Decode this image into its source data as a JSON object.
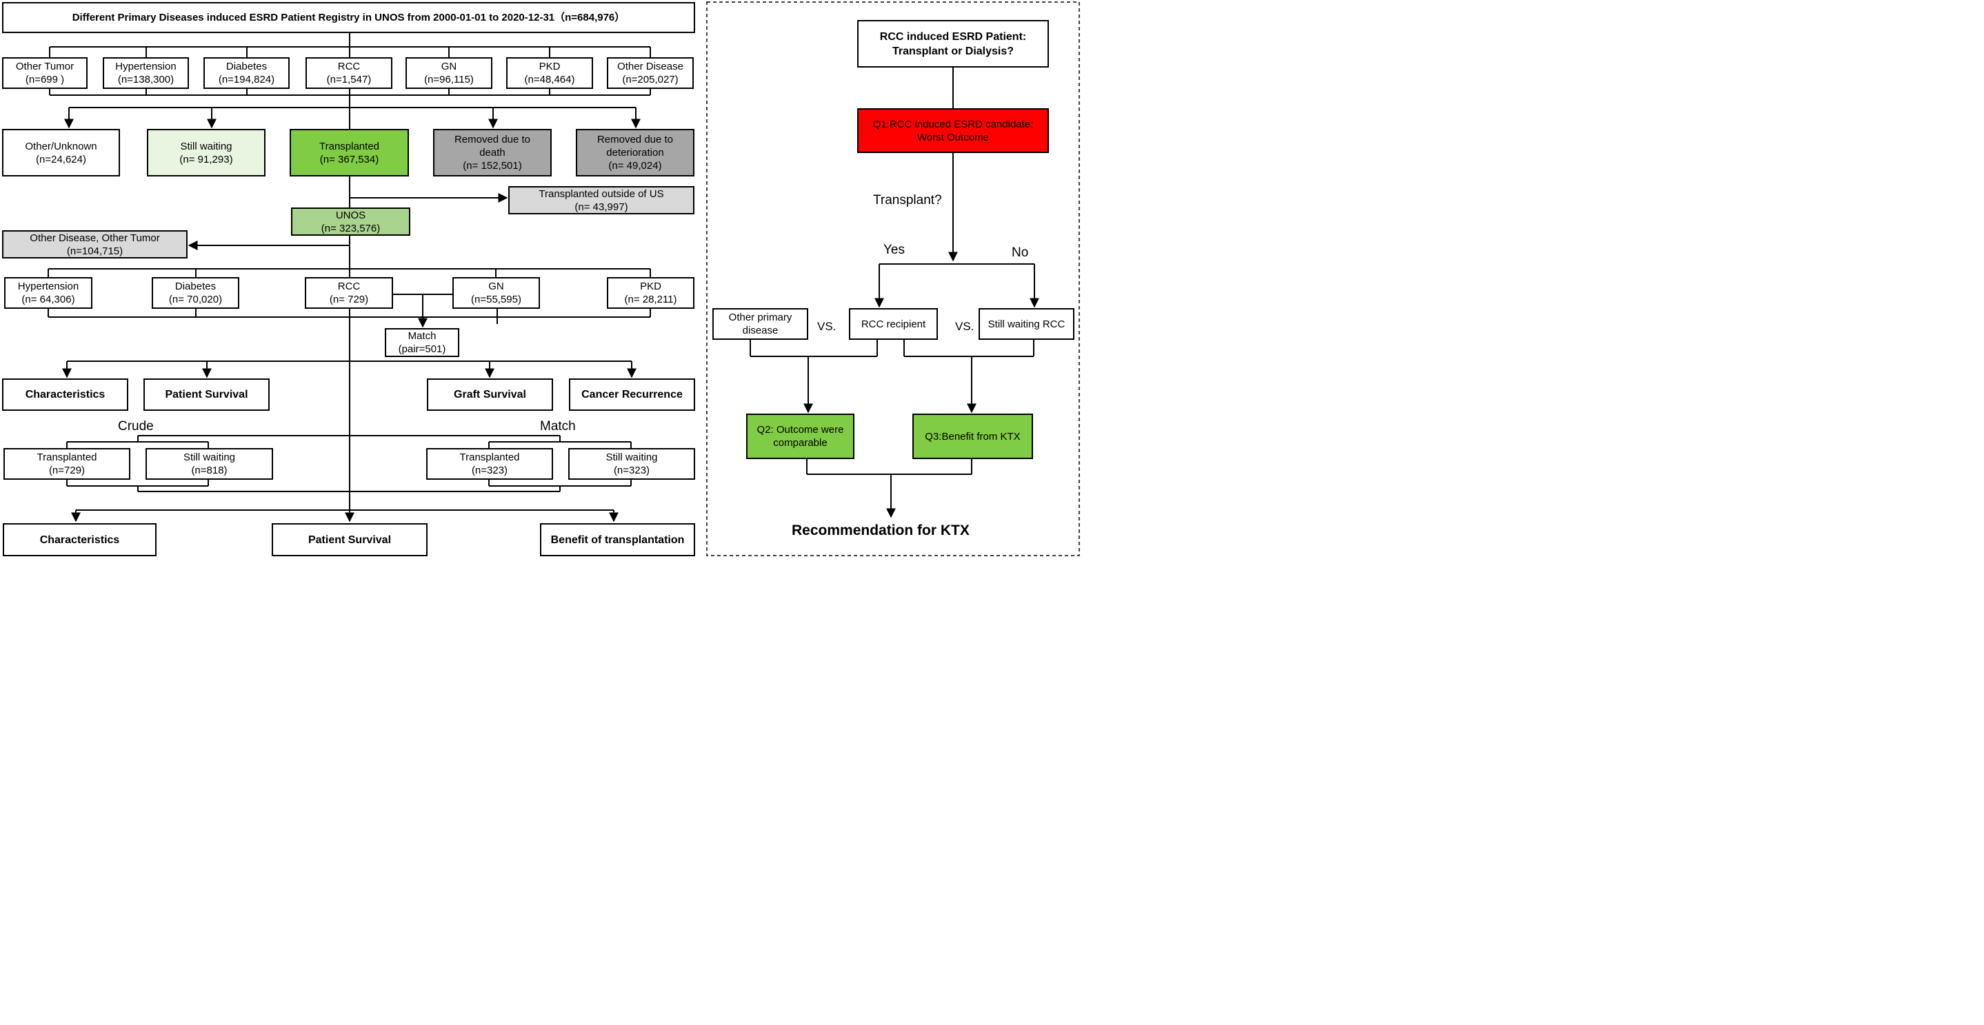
{
  "colors": {
    "light_green": "#e8f5e0",
    "green": "#80cc44",
    "mid_green": "#a9d48f",
    "gray": "#a6a6a6",
    "light_gray": "#d9d9d9",
    "red": "#ff0000"
  },
  "title": "Different Primary Diseases induced ESRD Patient Registry in UNOS from 2000-01-01 to 2020-12-31（n=684,976）",
  "diseases": [
    {
      "name": "Other Tumor",
      "n": "(n=699 )"
    },
    {
      "name": "Hypertension",
      "n": "(n=138,300)"
    },
    {
      "name": "Diabetes",
      "n": "(n=194,824)"
    },
    {
      "name": "RCC",
      "n": "(n=1,547)"
    },
    {
      "name": "GN",
      "n": "(n=96,115)"
    },
    {
      "name": "PKD",
      "n": "(n=48,464)"
    },
    {
      "name": "Other Disease",
      "n": "(n=205,027)"
    }
  ],
  "status": {
    "other_unknown": {
      "line1": "Other/Unknown",
      "line2": "(n=24,624)"
    },
    "still_waiting": {
      "line1": "Still waiting",
      "line2": "(n= 91,293)"
    },
    "transplanted": {
      "line1": "Transplanted",
      "line2": "(n= 367,534)"
    },
    "removed_death": {
      "line1": "Removed due to",
      "line2": "death",
      "line3": "(n= 152,501)"
    },
    "removed_deterioration": {
      "line1": "Removed due to",
      "line2": "deterioration",
      "line3": "(n= 49,024)"
    }
  },
  "outside_us": {
    "line1": "Transplanted outside of  US",
    "line2": "(n= 43,997)"
  },
  "unos": {
    "line1": "UNOS",
    "line2": "(n= 323,576)"
  },
  "other_disease_tumor": {
    "line1": "Other Disease, Other Tumor",
    "line2": "(n=104,715)"
  },
  "unos_diseases": [
    {
      "name": "Hypertension",
      "n": "(n= 64,306)"
    },
    {
      "name": "Diabetes",
      "n": "(n= 70,020)"
    },
    {
      "name": "RCC",
      "n": "(n= 729)"
    },
    {
      "name": "GN",
      "n": "(n=55,595)"
    },
    {
      "name": "PKD",
      "n": "(n= 28,211)"
    }
  ],
  "match": {
    "line1": "Match",
    "line2": "(pair=501)"
  },
  "outcomes1": [
    "Characteristics",
    "Patient Survival",
    "Graft Survival",
    "Cancer Recurrence"
  ],
  "crude_label": "Crude",
  "match_label": "Match",
  "crude": {
    "transplanted": {
      "line1": "Transplanted",
      "line2": "(n=729)"
    },
    "waiting": {
      "line1": "Still waiting",
      "line2": "(n=818)"
    }
  },
  "matched": {
    "transplanted": {
      "line1": "Transplanted",
      "line2": "(n=323)"
    },
    "waiting": {
      "line1": "Still waiting",
      "line2": "(n=323)"
    }
  },
  "outcomes2": [
    "Characteristics",
    "Patient Survival",
    "Benefit of transplantation"
  ],
  "right": {
    "question": {
      "line1": "RCC induced ESRD Patient:",
      "line2": "Transplant or Dialysis?"
    },
    "q1": {
      "line1": "Q1:RCC induced ESRD candidate:",
      "line2": "Worst Outcome"
    },
    "transplant_q": "Transplant?",
    "yes": "Yes",
    "no": "No",
    "other_primary": {
      "line1": "Other primary",
      "line2": "disease"
    },
    "vs1": "VS.",
    "rcc_recipient": "RCC recipient",
    "vs2": "VS.",
    "still_waiting_rcc": "Still waiting RCC",
    "q2": {
      "line1": "Q2: Outcome were",
      "line2": "comparable"
    },
    "q3": "Q3:Benefit from KTX",
    "recommendation": "Recommendation for KTX"
  }
}
